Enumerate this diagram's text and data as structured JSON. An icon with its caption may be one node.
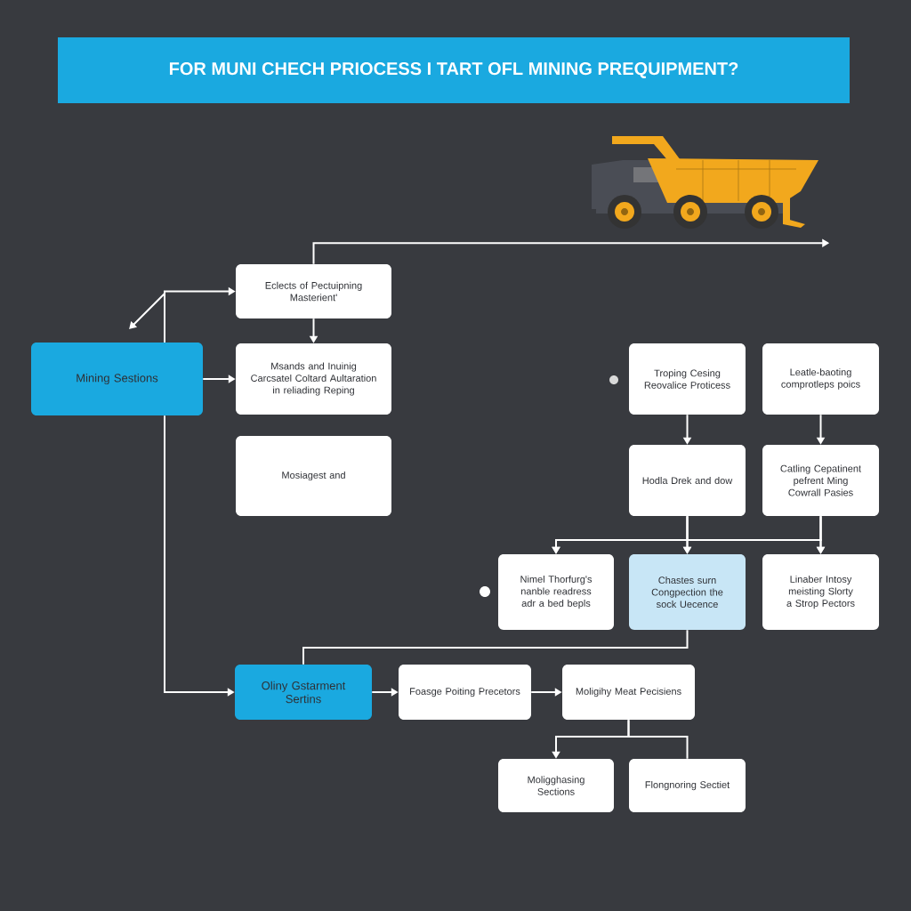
{
  "diagram": {
    "title": "FOR MUNI CHECH PRIOCESS I TART OFL MINING PREQUIPMENT?",
    "nodes": [
      {
        "text": [
          "Mining Sestions"
        ]
      },
      {
        "text": [
          "Eclects of Pectuipning Masterient'"
        ]
      },
      {
        "text": [
          "Msands and Inuinig Carcsatel Coltard Aultaration in reliading Reping"
        ]
      },
      {
        "text": [
          "Mosiagest and"
        ]
      },
      {
        "text": [
          "Troping Cesing Reovalice Proticess"
        ]
      },
      {
        "text": [
          "Leatle-baoting comprotleps poics"
        ]
      },
      {
        "text": [
          "Hodla Drek and dow"
        ]
      },
      {
        "text": [
          "Catling Cepatinent pefrent Ming Cowrall Pasies"
        ]
      },
      {
        "text": [
          "Nimel Thorfurg's nanble readress adr a bed bepls"
        ]
      },
      {
        "text": [
          "Chastes surn Congpection the sock Uecence"
        ]
      },
      {
        "text": [
          "Linaber Intosy meisting Slorty a Strop Pectors"
        ]
      },
      {
        "text": [
          "Oliny Gstarment Sertins"
        ]
      },
      {
        "text": [
          "Foasge Poiting Precetors"
        ]
      },
      {
        "text": [
          "Moligihy Meat Pecisiens"
        ]
      },
      {
        "text": [
          "Moligghasing Sections"
        ]
      },
      {
        "text": [
          "Flongnoring Sectiet"
        ]
      },
      {
        "text": [],
        "shape": "picture"
      }
    ],
    "edges": [
      {
        "from": 0,
        "to": 1,
        "arrow": "to"
      },
      {
        "from": 0,
        "to": null,
        "arrow": "to"
      },
      {
        "from": 0,
        "to": 11,
        "arrow": "to"
      },
      {
        "from": 0,
        "to": 2,
        "arrow": "to"
      },
      {
        "from": 1,
        "to": 2,
        "arrow": "to"
      },
      {
        "from": 1,
        "to": 16,
        "arrow": "to"
      },
      {
        "from": 4,
        "to": 6,
        "arrow": "to"
      },
      {
        "from": 5,
        "to": 7,
        "arrow": "to"
      },
      {
        "from": 6,
        "to": 8,
        "arrow": "to"
      },
      {
        "from": 6,
        "to": 9,
        "arrow": "to"
      },
      {
        "from": 6,
        "to": 10,
        "arrow": "to"
      },
      {
        "from": 7,
        "to": 8,
        "arrow": "to"
      },
      {
        "from": 7,
        "to": 9,
        "arrow": "to"
      },
      {
        "from": 7,
        "to": 10,
        "arrow": "to"
      },
      {
        "from": 9,
        "to": 11,
        "arrow": "none"
      },
      {
        "from": 11,
        "to": 12,
        "arrow": "to"
      },
      {
        "from": 12,
        "to": 13,
        "arrow": "to"
      },
      {
        "from": 13,
        "to": 14,
        "arrow": "to"
      },
      {
        "from": 13,
        "to": 15,
        "arrow": "none"
      }
    ]
  }
}
